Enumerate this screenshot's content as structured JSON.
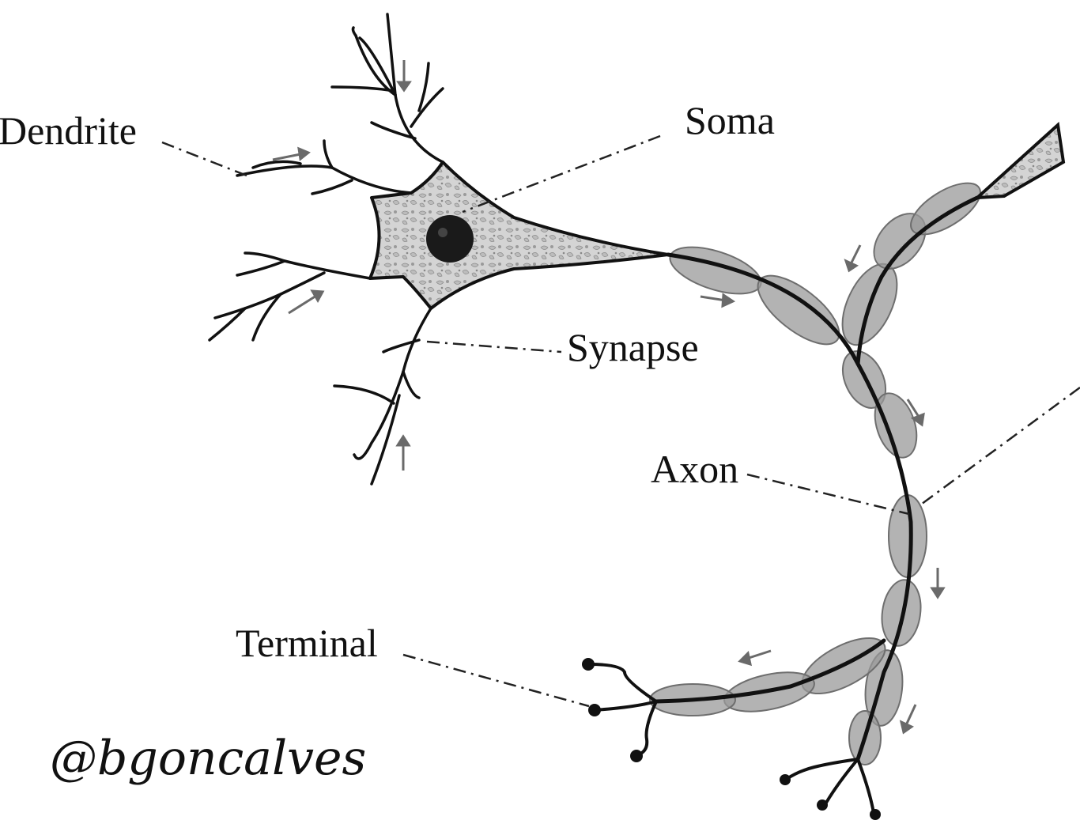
{
  "labels": {
    "dendrite": "Dendrite",
    "soma": "Soma",
    "synapse": "Synapse",
    "axon": "Axon",
    "terminal": "Terminal"
  },
  "credit": "@bgoncalves",
  "colors": {
    "ink": "#111111",
    "myelin": "#9a9a9a",
    "soma_fill": "#d2d2d2",
    "nucleus": "#1a1a1a",
    "arrow": "#6a6a6a",
    "background": "#ffffff"
  }
}
